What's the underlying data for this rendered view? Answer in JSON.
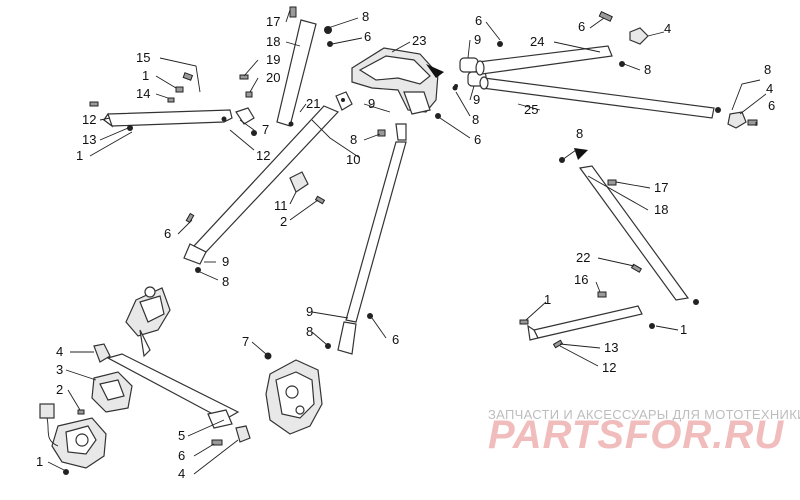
{
  "labels": [
    {
      "id": "c17a",
      "text": "17"
    },
    {
      "id": "c18a",
      "text": "18"
    },
    {
      "id": "c19",
      "text": "19"
    },
    {
      "id": "c20",
      "text": "20"
    },
    {
      "id": "c8a",
      "text": "8"
    },
    {
      "id": "c6a",
      "text": "6"
    },
    {
      "id": "c23",
      "text": "23"
    },
    {
      "id": "c6b",
      "text": "6"
    },
    {
      "id": "c9a",
      "text": "9"
    },
    {
      "id": "c24",
      "text": "24"
    },
    {
      "id": "c6c",
      "text": "6"
    },
    {
      "id": "c4a",
      "text": "4"
    },
    {
      "id": "c8b",
      "text": "8"
    },
    {
      "id": "c15",
      "text": "15"
    },
    {
      "id": "c1a",
      "text": "1"
    },
    {
      "id": "c14",
      "text": "14"
    },
    {
      "id": "c12a",
      "text": "12"
    },
    {
      "id": "c13a",
      "text": "13"
    },
    {
      "id": "c1b",
      "text": "1"
    },
    {
      "id": "c7a",
      "text": "7"
    },
    {
      "id": "c12b",
      "text": "12"
    },
    {
      "id": "c21",
      "text": "21"
    },
    {
      "id": "c9b",
      "text": "9"
    },
    {
      "id": "c9c",
      "text": "9"
    },
    {
      "id": "c8c",
      "text": "8"
    },
    {
      "id": "c25",
      "text": "25"
    },
    {
      "id": "c8d",
      "text": "8"
    },
    {
      "id": "c4b",
      "text": "4"
    },
    {
      "id": "c6d",
      "text": "6"
    },
    {
      "id": "c8e",
      "text": "8"
    },
    {
      "id": "c6e",
      "text": "6"
    },
    {
      "id": "c10",
      "text": "10"
    },
    {
      "id": "c11",
      "text": "11"
    },
    {
      "id": "c2a",
      "text": "2"
    },
    {
      "id": "c6f",
      "text": "6"
    },
    {
      "id": "c9d",
      "text": "9"
    },
    {
      "id": "c8f",
      "text": "8"
    },
    {
      "id": "c8g",
      "text": "8"
    },
    {
      "id": "c17b",
      "text": "17"
    },
    {
      "id": "c18b",
      "text": "18"
    },
    {
      "id": "c22",
      "text": "22"
    },
    {
      "id": "c16",
      "text": "16"
    },
    {
      "id": "c1c",
      "text": "1"
    },
    {
      "id": "c1d",
      "text": "1"
    },
    {
      "id": "c13b",
      "text": "13"
    },
    {
      "id": "c12c",
      "text": "12"
    },
    {
      "id": "c9e",
      "text": "9"
    },
    {
      "id": "c8h",
      "text": "8"
    },
    {
      "id": "c6g",
      "text": "6"
    },
    {
      "id": "c4c",
      "text": "4"
    },
    {
      "id": "c3",
      "text": "3"
    },
    {
      "id": "c2b",
      "text": "2"
    },
    {
      "id": "c7b",
      "text": "7"
    },
    {
      "id": "c5",
      "text": "5"
    },
    {
      "id": "c6h",
      "text": "6"
    },
    {
      "id": "c4d",
      "text": "4"
    },
    {
      "id": "c1e",
      "text": "1"
    }
  ],
  "watermark": {
    "caption": "ЗАПЧАСТИ И АКСЕССУАРЫ ДЛЯ МОТОТЕХНИКИ",
    "brand": "PARTSFOR.RU"
  },
  "colors": {
    "line": "#333333",
    "watermark_caption": "#bdbdbd",
    "watermark_brand": "#f1bcbc"
  }
}
